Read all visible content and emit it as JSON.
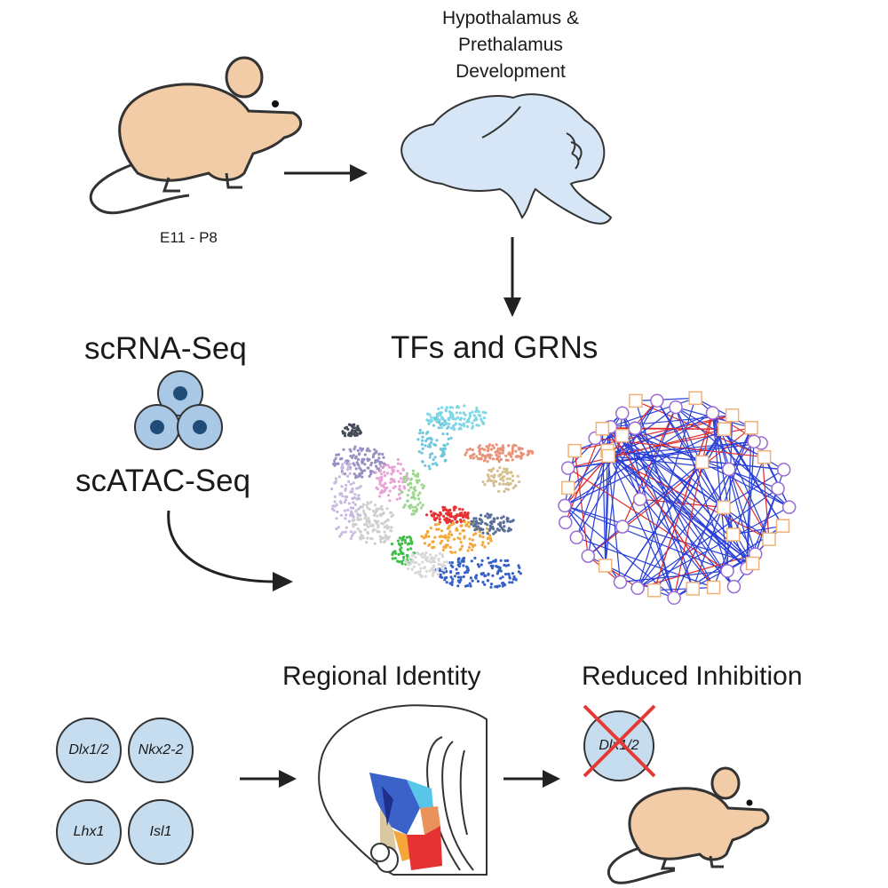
{
  "figure": {
    "top_title": "Hypothalamus & Prethalamus Development",
    "age_range": "E11 - P8",
    "methods": {
      "rna": "scRNA-Seq",
      "atac": "scATAC-Seq"
    },
    "analysis_title": "TFs and GRNs",
    "regional_identity": "Regional Identity",
    "reduced_inhibition": "Reduced Inhibition",
    "tfs": [
      "Dlx1/2",
      "Nkx2-2",
      "Lhx1",
      "Isl1"
    ],
    "knockout_tf": "Dlx1/2"
  },
  "colors": {
    "mouse_body": "#f2cca6",
    "brain_fill": "#d6e6f6",
    "cell_fill": "#a9c8e6",
    "nucleus": "#1f4d78",
    "tf_circle": "#c6dcef",
    "grn_edge_blue": "#2a3fd8",
    "grn_edge_red": "#e02b2b",
    "grn_circle": "#9b6bd3",
    "grn_square": "#f0b27a",
    "cross": "#e53935"
  },
  "icons": [
    "mouse-icon",
    "brain-sagittal-icon",
    "cell-cluster-icon",
    "umap-plot",
    "grn-network",
    "brain-coronal-icon",
    "cross-icon"
  ]
}
